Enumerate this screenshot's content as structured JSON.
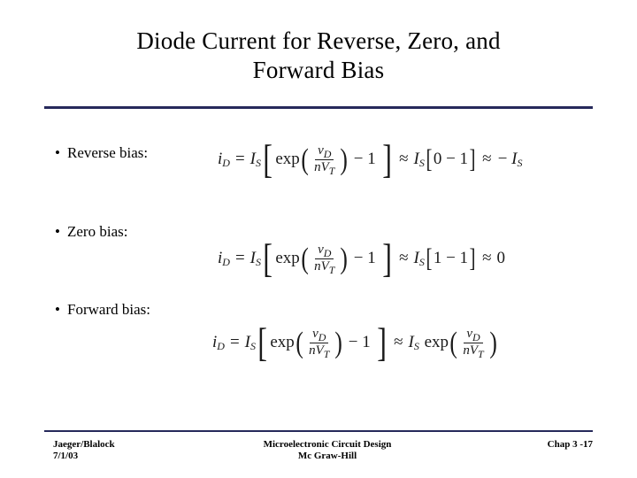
{
  "slide": {
    "title_line1": "Diode Current for Reverse, Zero, and",
    "title_line2": "Forward Bias",
    "accent_color": "#26295B",
    "bullets": [
      {
        "marker": "•",
        "label": "Reverse bias:"
      },
      {
        "marker": "•",
        "label": "Zero bias:"
      },
      {
        "marker": "•",
        "label": "Forward bias:"
      }
    ],
    "equations": {
      "reverse": {
        "lhs_var": "i",
        "lhs_sub": "D",
        "equals": "=",
        "is_var": "I",
        "is_sub": "S",
        "exp_label": "exp",
        "frac_num_var": "v",
        "frac_num_sub": "D",
        "frac_den": "nV",
        "frac_den_sub": "T",
        "minus_one": "− 1",
        "approx1": "≈",
        "bracket_term": "0 − 1",
        "approx2": "≈",
        "result": "− I",
        "result_sub": "S",
        "plain": "iD = IS [ exp( vD / nVT ) − 1 ] ≈ IS [0 − 1] ≈ −IS"
      },
      "zero": {
        "bracket_term": "1 − 1",
        "result": "0",
        "plain": "iD = IS [ exp( vD / nVT ) − 1 ] ≈ IS [1 − 1] ≈ 0"
      },
      "forward": {
        "plain": "iD = IS [ exp( vD / nVT ) − 1 ] ≈ IS exp( vD / nVT )"
      }
    },
    "footer": {
      "author": "Jaeger/Blalock",
      "date": "7/1/03",
      "book_line1": "Microelectronic Circuit Design",
      "book_line2": "Mc Graw-Hill",
      "page": "Chap 3 -17"
    }
  }
}
